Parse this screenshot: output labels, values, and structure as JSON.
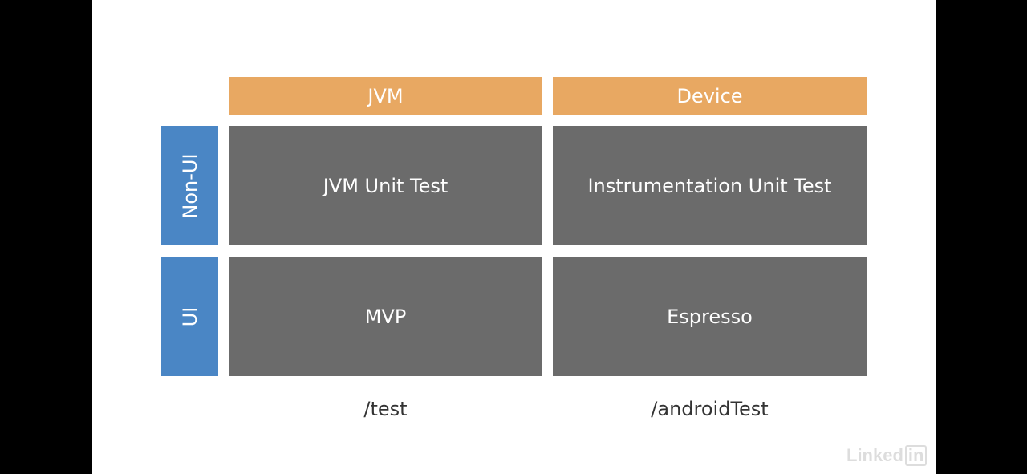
{
  "columns": [
    {
      "label": "JVM",
      "path": "/test"
    },
    {
      "label": "Device",
      "path": "/androidTest"
    }
  ],
  "rows": [
    {
      "label": "Non-UI",
      "cells": [
        "JVM Unit Test",
        "Instrumentation Unit Test"
      ]
    },
    {
      "label": "UI",
      "cells": [
        "MVP",
        "Espresso"
      ]
    }
  ],
  "watermark": {
    "text_part": "Linked",
    "boxed_part": "in"
  },
  "colors": {
    "header": "#e8a862",
    "row_label": "#4a86c5",
    "cell": "#6b6b6b",
    "background": "#ffffff",
    "letterbox": "#000000"
  }
}
